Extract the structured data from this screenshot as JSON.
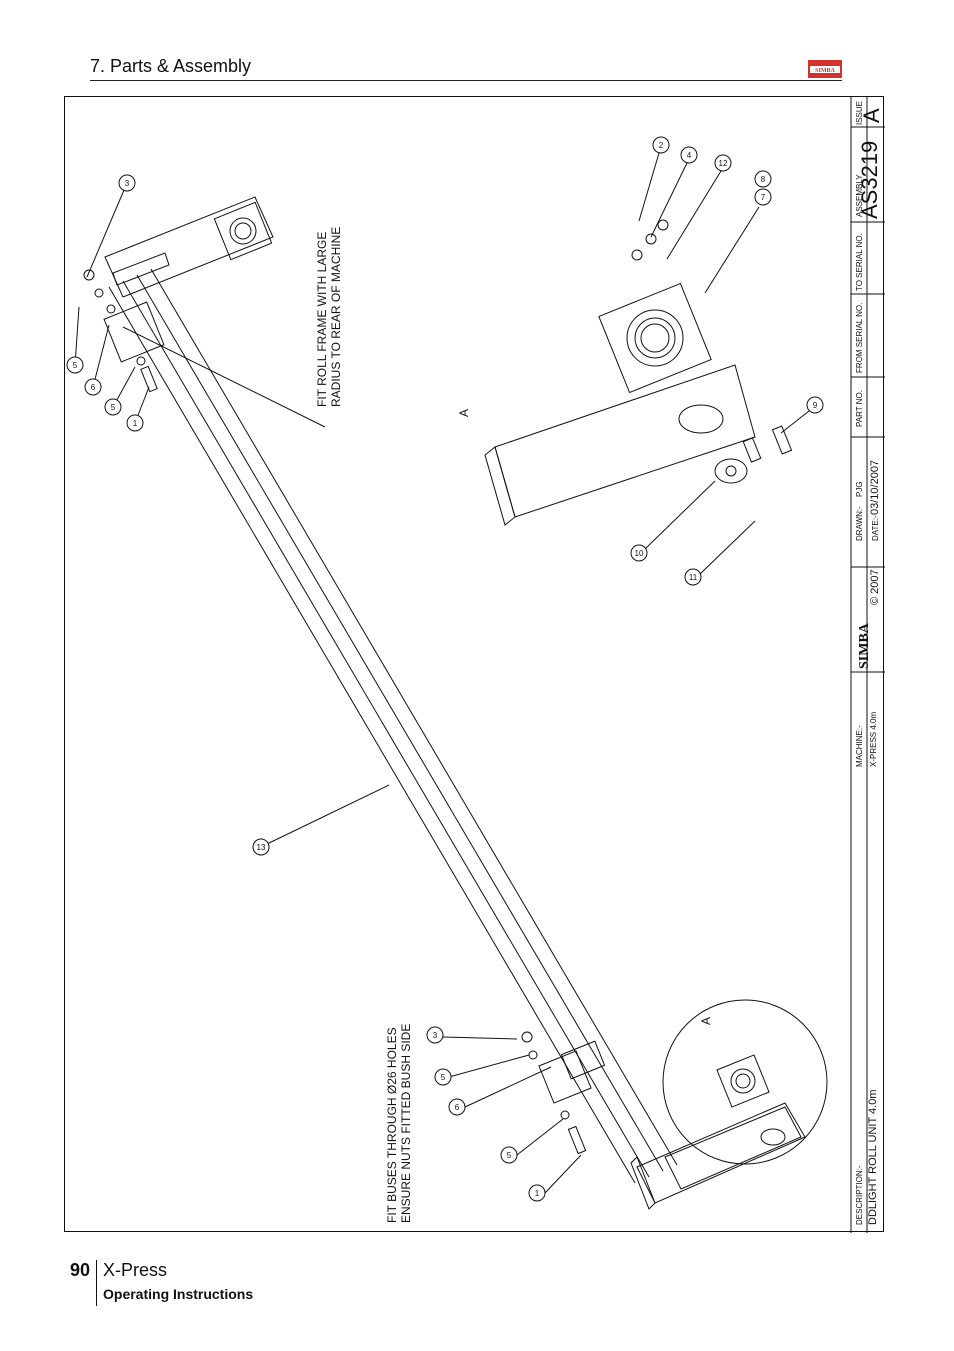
{
  "header": {
    "section": "7. Parts & Assembly"
  },
  "footer": {
    "page_number": "90",
    "product": "X-Press",
    "subtitle": "Operating Instructions"
  },
  "logo": {
    "text": "SIMBA",
    "color": "#d2322d"
  },
  "drawing": {
    "note_top": [
      "FIT ROLL FRAME WITH LARGE",
      "RADIUS TO REAR OF MACHINE"
    ],
    "note_bottom": [
      "FIT BUSES THROUGH Ø26 HOLES",
      "ENSURE NUTS FITTED BUSH SIDE"
    ],
    "detail_labels": [
      "A",
      "A"
    ],
    "balloons": [
      "1",
      "2",
      "3",
      "4",
      "5",
      "6",
      "7",
      "8",
      "9",
      "10",
      "11",
      "12",
      "13"
    ]
  },
  "title_block": {
    "description_label": "DESCRIPTION:-",
    "description": "DDLIGHT ROLL UNIT 4.0m",
    "machine_label": "MACHINE:-",
    "machine": "X-PRESS 4.0m",
    "logo": "SIMBA",
    "copyright": "© 2007",
    "drawn_label": "DRAWN:-",
    "drawn": "PJG",
    "date_label": "DATE:-",
    "date": "03/10/2007",
    "part_no_label": "PART NO.",
    "from_serial_label": "FROM SERIAL NO.",
    "to_serial_label": "TO SERIAL NO.",
    "assembly_label": "ASSEMBLY",
    "assembly": "AS3219",
    "issue_label": "ISSUE",
    "issue": "A"
  }
}
